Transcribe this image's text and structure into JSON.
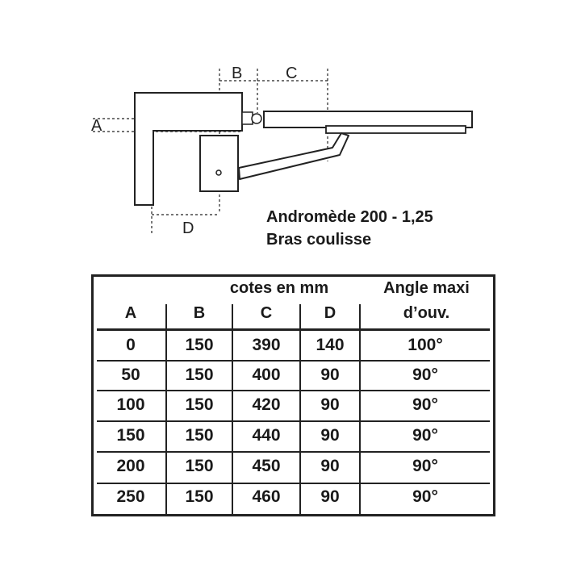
{
  "dimension_labels": {
    "a": "A",
    "b": "B",
    "c": "C",
    "d": "D"
  },
  "caption": {
    "title": "Andromède 200 - 1,25",
    "subtitle": "Bras coulisse"
  },
  "table": {
    "group_header": "cotes en mm",
    "angle_header_line1": "Angle maxi",
    "angle_header_line2": "d’ouv.",
    "columns": [
      "A",
      "B",
      "C",
      "D"
    ],
    "rows": [
      [
        "0",
        "150",
        "390",
        "140",
        "100°"
      ],
      [
        "50",
        "150",
        "400",
        "90",
        "90°"
      ],
      [
        "100",
        "150",
        "420",
        "90",
        "90°"
      ],
      [
        "150",
        "150",
        "440",
        "90",
        "90°"
      ],
      [
        "200",
        "150",
        "450",
        "90",
        "90°"
      ],
      [
        "250",
        "150",
        "460",
        "90",
        "90°"
      ]
    ]
  }
}
